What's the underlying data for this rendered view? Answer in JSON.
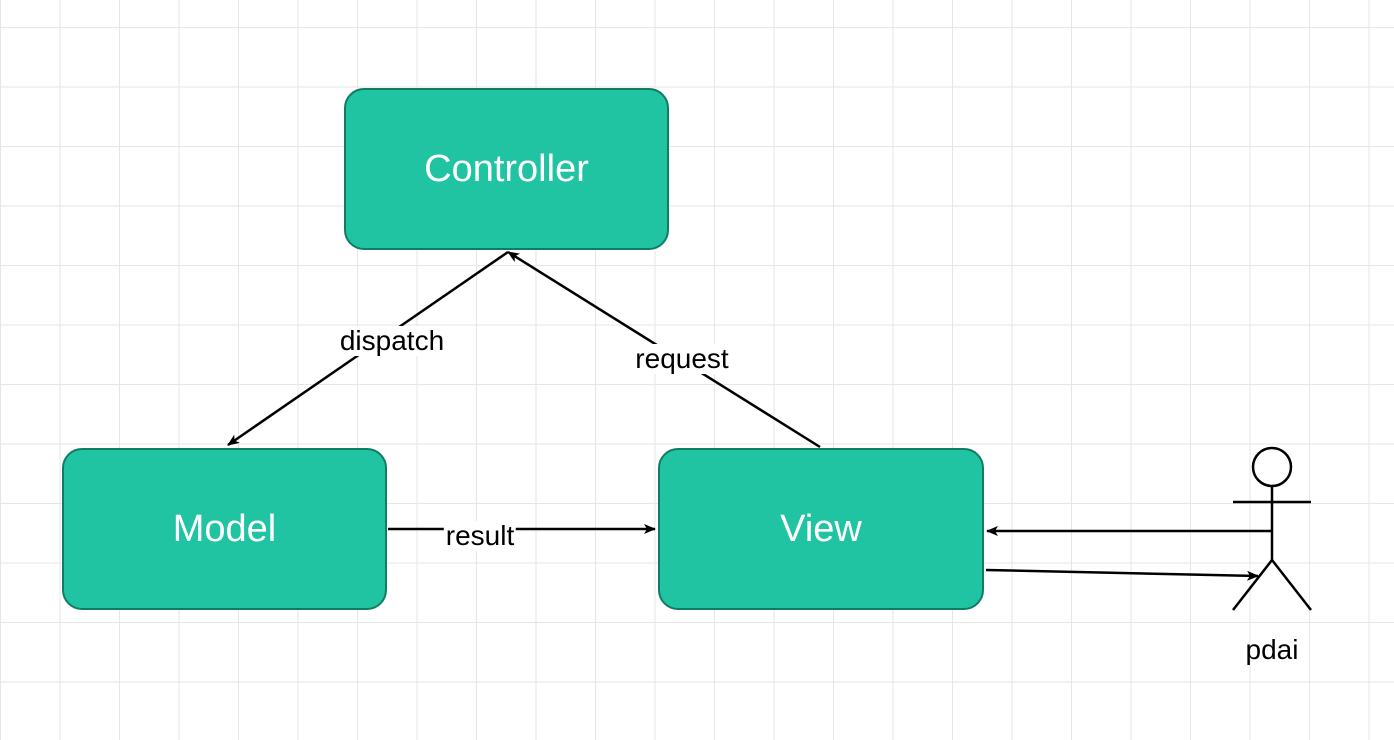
{
  "colors": {
    "node_fill": "#20c4a2",
    "node_stroke": "#0f7d64",
    "node_text": "#ffffff",
    "edge": "#000000",
    "grid": "#e6e6e6"
  },
  "nodes": {
    "controller": {
      "label": "Controller"
    },
    "model": {
      "label": "Model"
    },
    "view": {
      "label": "View"
    }
  },
  "edges": {
    "dispatch": {
      "label": "dispatch",
      "from": "Controller",
      "to": "Model"
    },
    "request": {
      "label": "request",
      "from": "View",
      "to": "Controller"
    },
    "result": {
      "label": "result",
      "from": "Model",
      "to": "View"
    },
    "actor_to_view": {
      "from": "pdai",
      "to": "View"
    },
    "view_to_actor": {
      "from": "View",
      "to": "pdai"
    }
  },
  "actor": {
    "label": "pdai",
    "icon": "stick-figure-actor-icon"
  }
}
